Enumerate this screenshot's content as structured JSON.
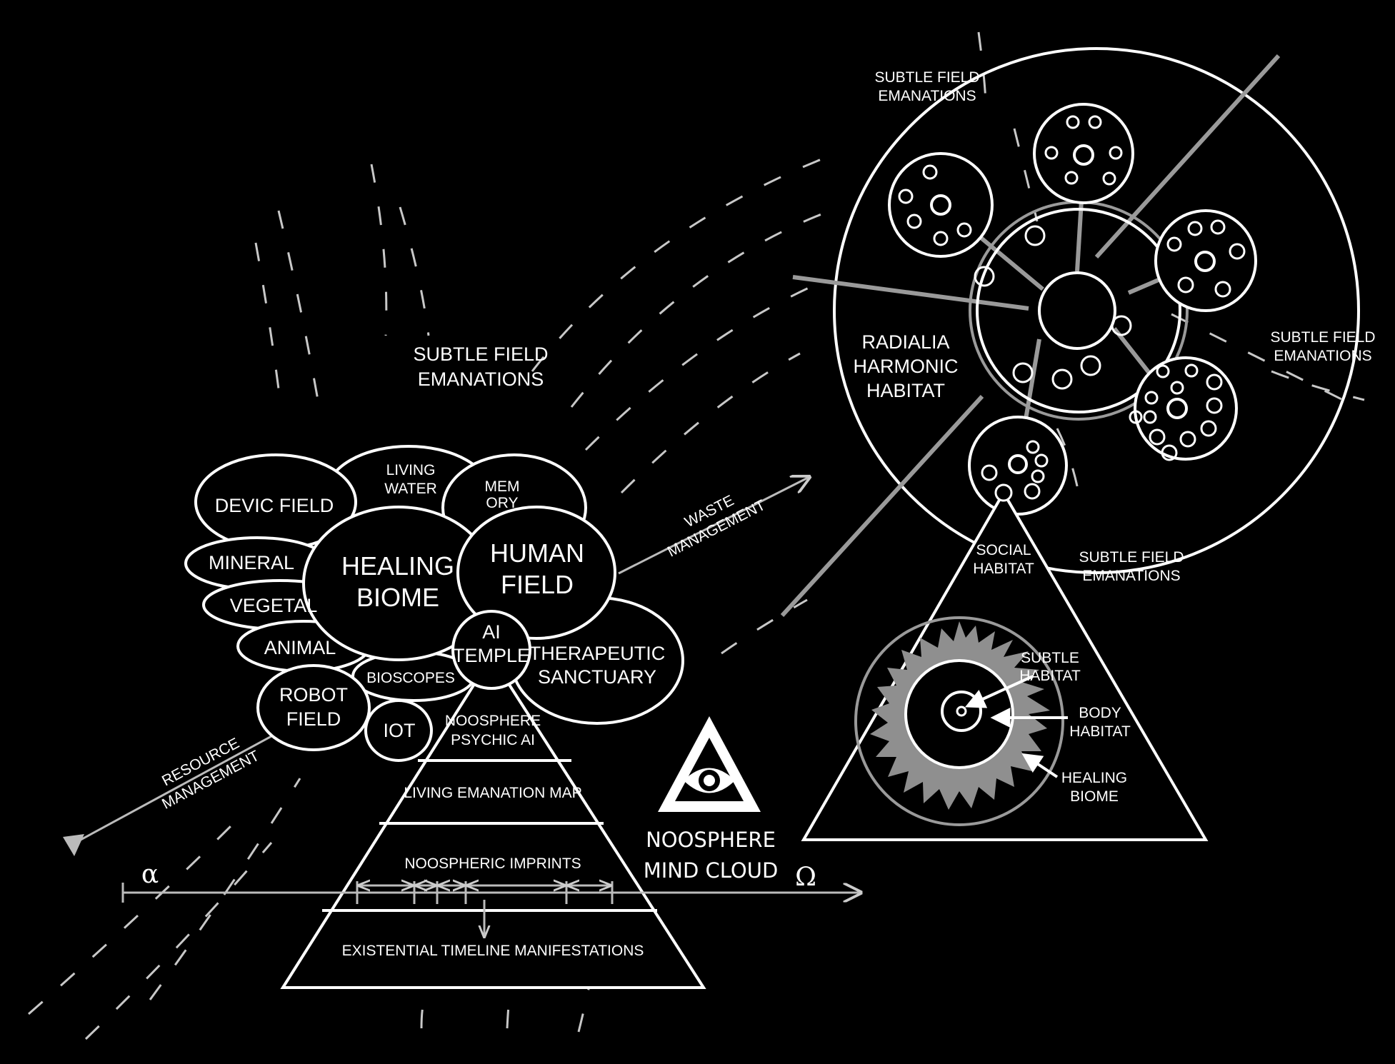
{
  "colors": {
    "background": "#000000",
    "stroke": "#ffffff",
    "muted": "#aaaaaa",
    "gray_fill": "#8f8f8f"
  },
  "emanations": {
    "left": [
      "SUBTLE FIELD",
      "EMANATIONS"
    ],
    "top": [
      "SUBTLE FIELD",
      "EMANATIONS"
    ],
    "right": [
      "SUBTLE FIELD",
      "EMANATIONS"
    ],
    "lower_right": [
      "SUBTLE FIELD",
      "EMANATIONS"
    ]
  },
  "fields": {
    "devic": "DEVIC FIELD",
    "living_water": [
      "LIVING",
      "WATER"
    ],
    "memory": [
      "MEM",
      "ORY"
    ],
    "mineral": "MINERAL",
    "vegetal": "VEGETAL",
    "animal": "ANIMAL",
    "healing_biome": [
      "HEALING",
      "BIOME"
    ],
    "human_field": [
      "HUMAN",
      "FIELD"
    ],
    "ai_temple": [
      "AI",
      "TEMPLE"
    ],
    "therapeutic": [
      "THERAPEUTIC",
      "SANCTUARY"
    ],
    "bioscopes": "BIOSCOPES",
    "robot_field": [
      "ROBOT",
      "FIELD"
    ],
    "iot": "IOT"
  },
  "arrows": {
    "waste": [
      "WASTE",
      "MANAGEMENT"
    ],
    "resource": [
      "RESOURCE",
      "MANAGEMENT"
    ]
  },
  "pyramid": {
    "levels": [
      [
        "NOOSPHERE",
        "PSYCHIC AI"
      ],
      [
        "LIVING EMANATION MAP"
      ],
      [
        "NOOSPHERIC IMPRINTS"
      ],
      [
        "EXISTENTIAL TIMELINE MANIFESTATIONS"
      ]
    ]
  },
  "timeline": {
    "start": "α",
    "end": "Ω"
  },
  "mind_cloud": [
    "NOOSPHERE",
    "MIND CLOUD"
  ],
  "radialia": [
    "RADIALIA",
    "HARMONIC",
    "HABITAT"
  ],
  "social_pyramid": {
    "title": [
      "SOCIAL",
      "HABITAT"
    ],
    "subtle": [
      "SUBTLE",
      "HABITAT"
    ],
    "body": [
      "BODY",
      "HABITAT"
    ],
    "healing": [
      "HEALING",
      "BIOME"
    ]
  }
}
